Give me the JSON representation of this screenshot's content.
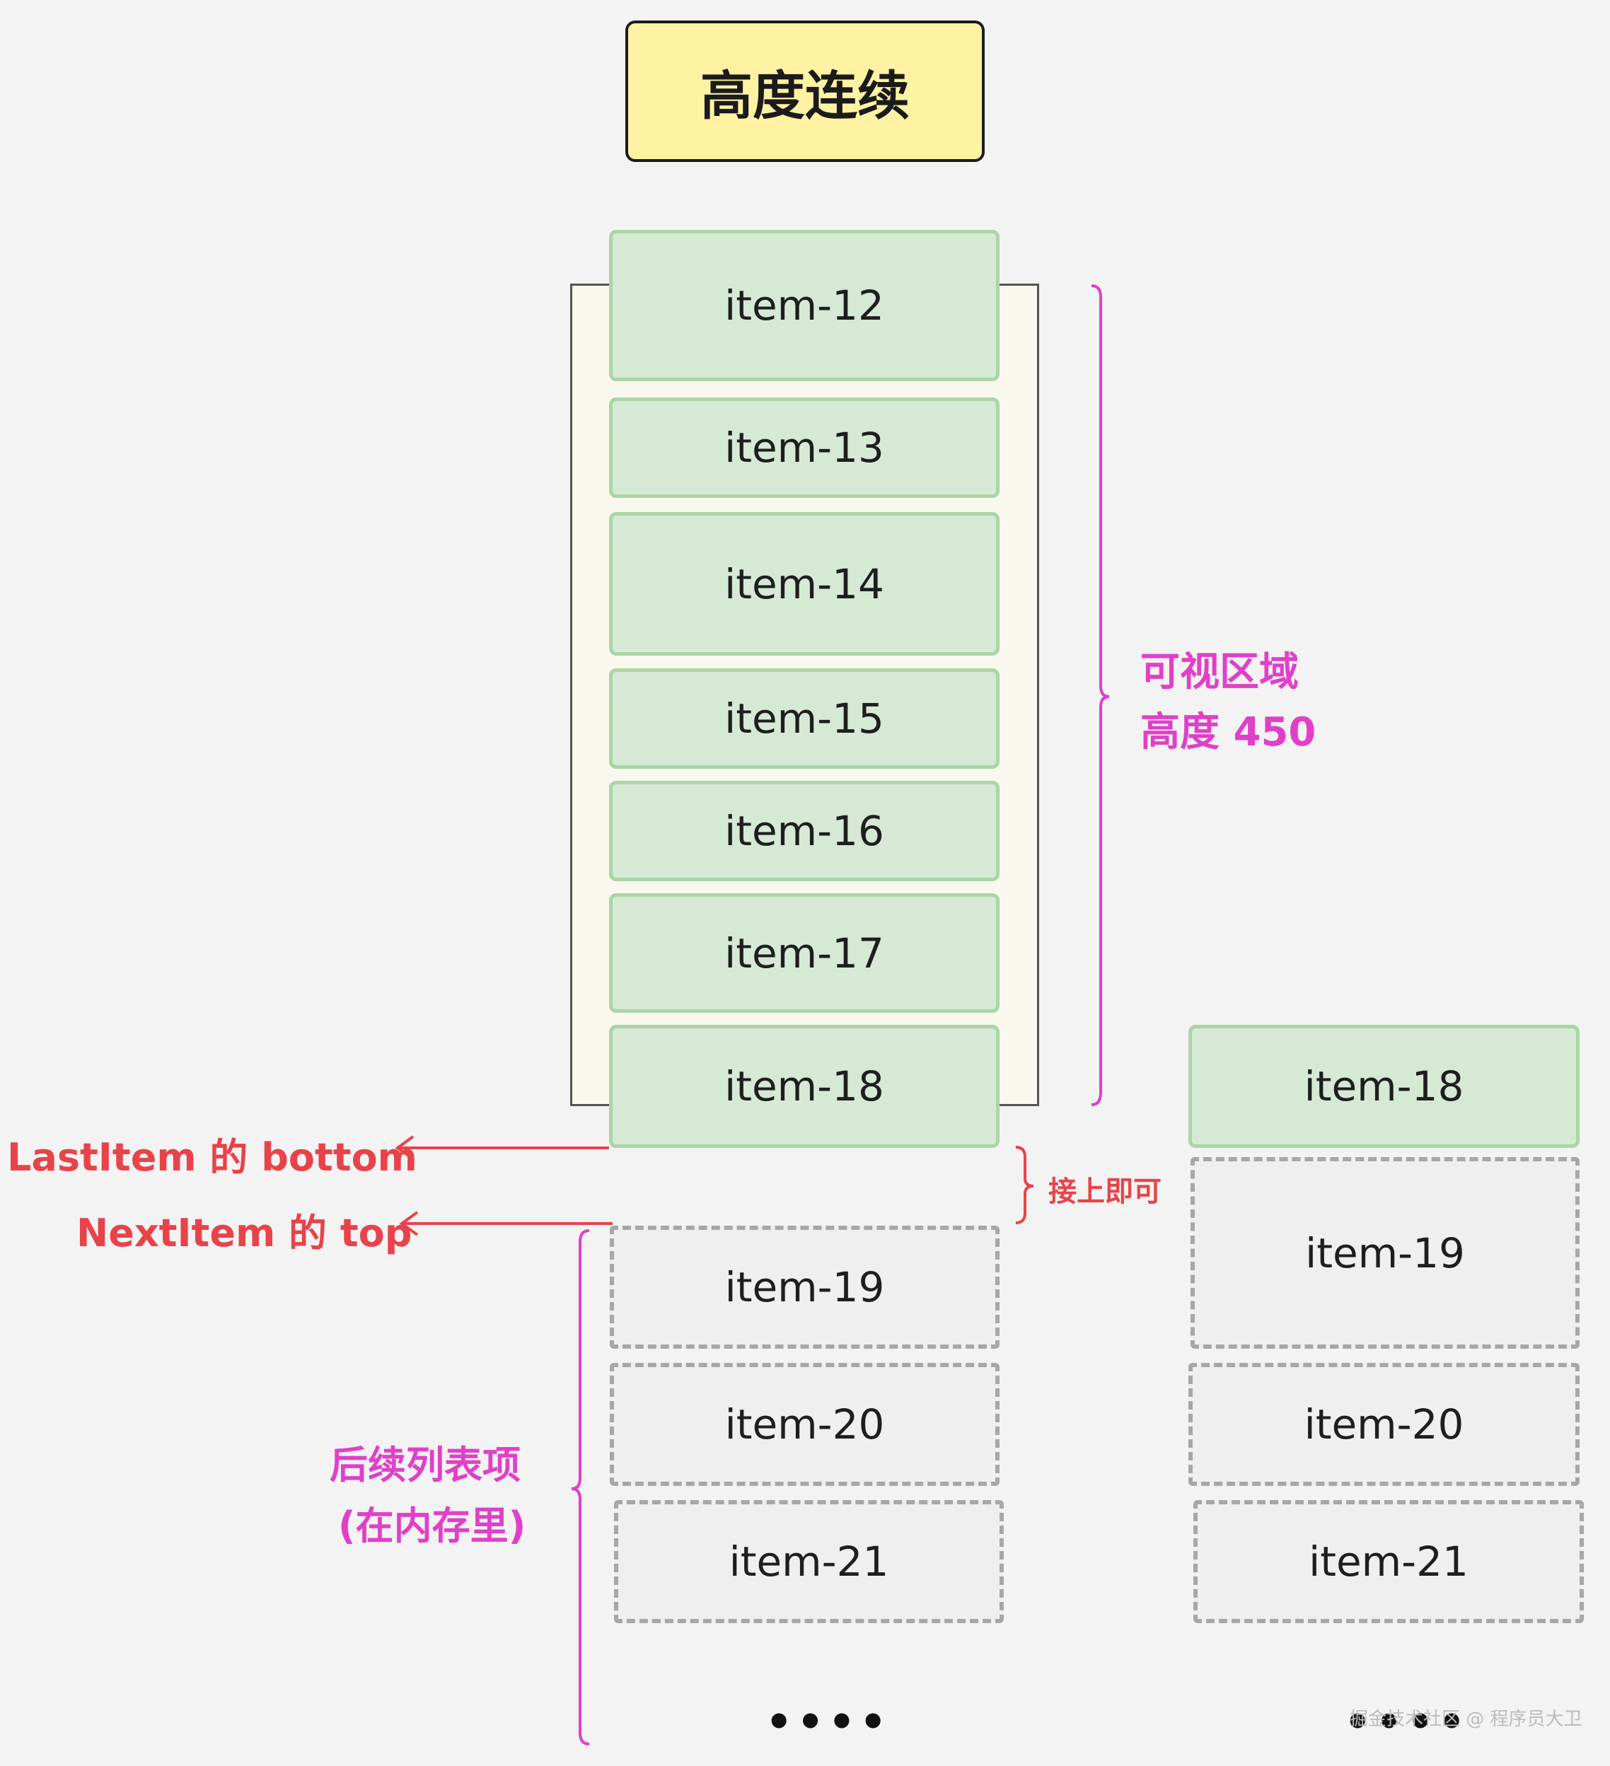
{
  "title": "高度连续",
  "visible_items": [
    "item-12",
    "item-13",
    "item-14",
    "item-15",
    "item-16",
    "item-17",
    "item-18"
  ],
  "next_items": [
    "item-19",
    "item-20",
    "item-21"
  ],
  "right_column": {
    "rendered_item": "item-18",
    "memory_items": [
      "item-19",
      "item-20",
      "item-21"
    ]
  },
  "annotations": {
    "viewport_label_1": "可视区域",
    "viewport_label_2": "高度 450",
    "last_item_bottom": "LastItem 的 bottom",
    "next_item_top": "NextItem 的 top",
    "connect": "接上即可",
    "subsequent_1": "后续列表项",
    "subsequent_2": "(在内存里)",
    "ellipsis": "••••"
  },
  "watermark": "掘金技术社区 @ 程序员大卫",
  "colors": {
    "title_fill": "#fff3a3",
    "item_green": "#d6e9d5",
    "item_green_border": "#acd5a6",
    "label_magenta": "#e040c8",
    "arrow_red": "#e8434a"
  }
}
